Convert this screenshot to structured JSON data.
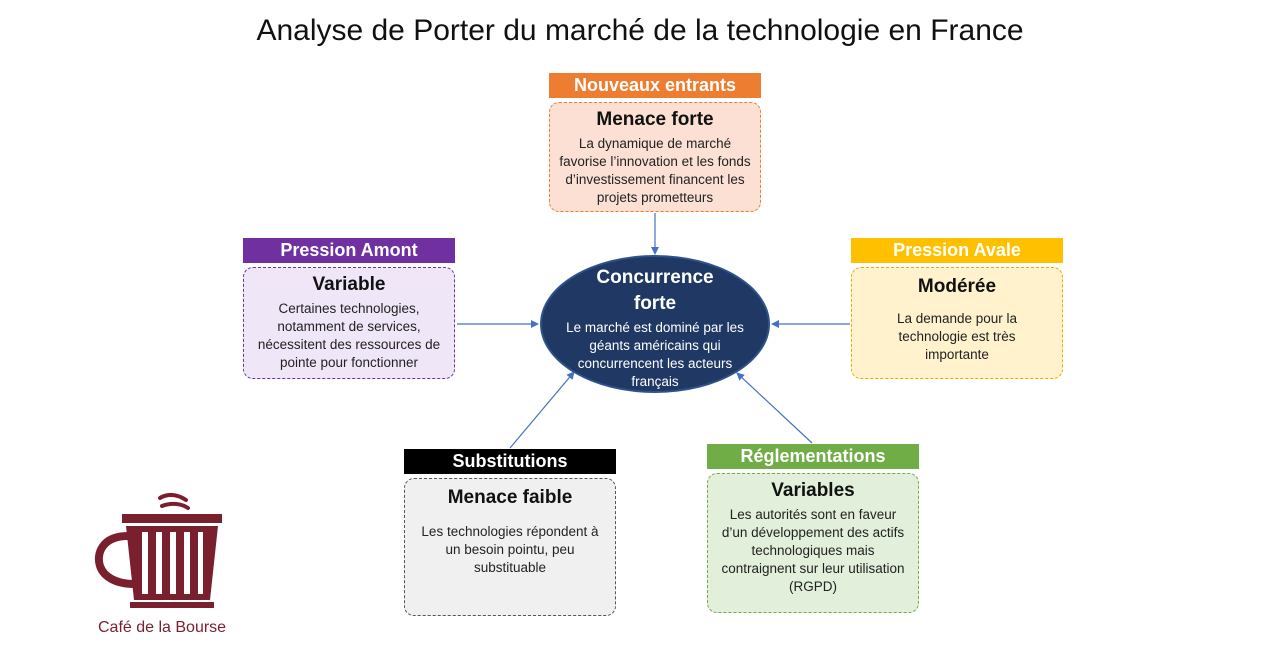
{
  "title": "Analyse de Porter du marché de la technologie en France",
  "center": {
    "title": "Concurrence forte",
    "description": "Le marché est dominé par les géants américains qui concurrencent les acteurs français"
  },
  "forces": {
    "entrants": {
      "header": "Nouveaux entrants",
      "rating": "Menace forte",
      "description": "La dynamique de marché favorise l’innovation et les fonds d’investissement financent les projets prometteurs"
    },
    "amont": {
      "header": "Pression Amont",
      "rating": "Variable",
      "description": "Certaines technologies, notamment de services, nécessitent des ressources de pointe pour fonctionner"
    },
    "avale": {
      "header": "Pression Avale",
      "rating": "Modérée",
      "description": "La demande pour la technologie est très importante"
    },
    "substitutions": {
      "header": "Substitutions",
      "rating": "Menace faible",
      "description": "Les technologies répondent à un besoin pointu, peu substituable"
    },
    "reglementations": {
      "header": "Réglementations",
      "rating": "Variables",
      "description": "Les autorités sont en faveur d’un développement des actifs technologiques mais contraignent sur leur utilisation (RGPD)"
    }
  },
  "colors": {
    "entrants": "#ed7d31",
    "amont": "#7030a0",
    "avale": "#ffc000",
    "substitutions": "#000000",
    "reglementations": "#70ad47",
    "center": "#203864",
    "arrow": "#4472c4",
    "logo": "#7a1f2e"
  },
  "logo": {
    "icon": "coffee-cup-icon",
    "text": "Café de la Bourse"
  }
}
